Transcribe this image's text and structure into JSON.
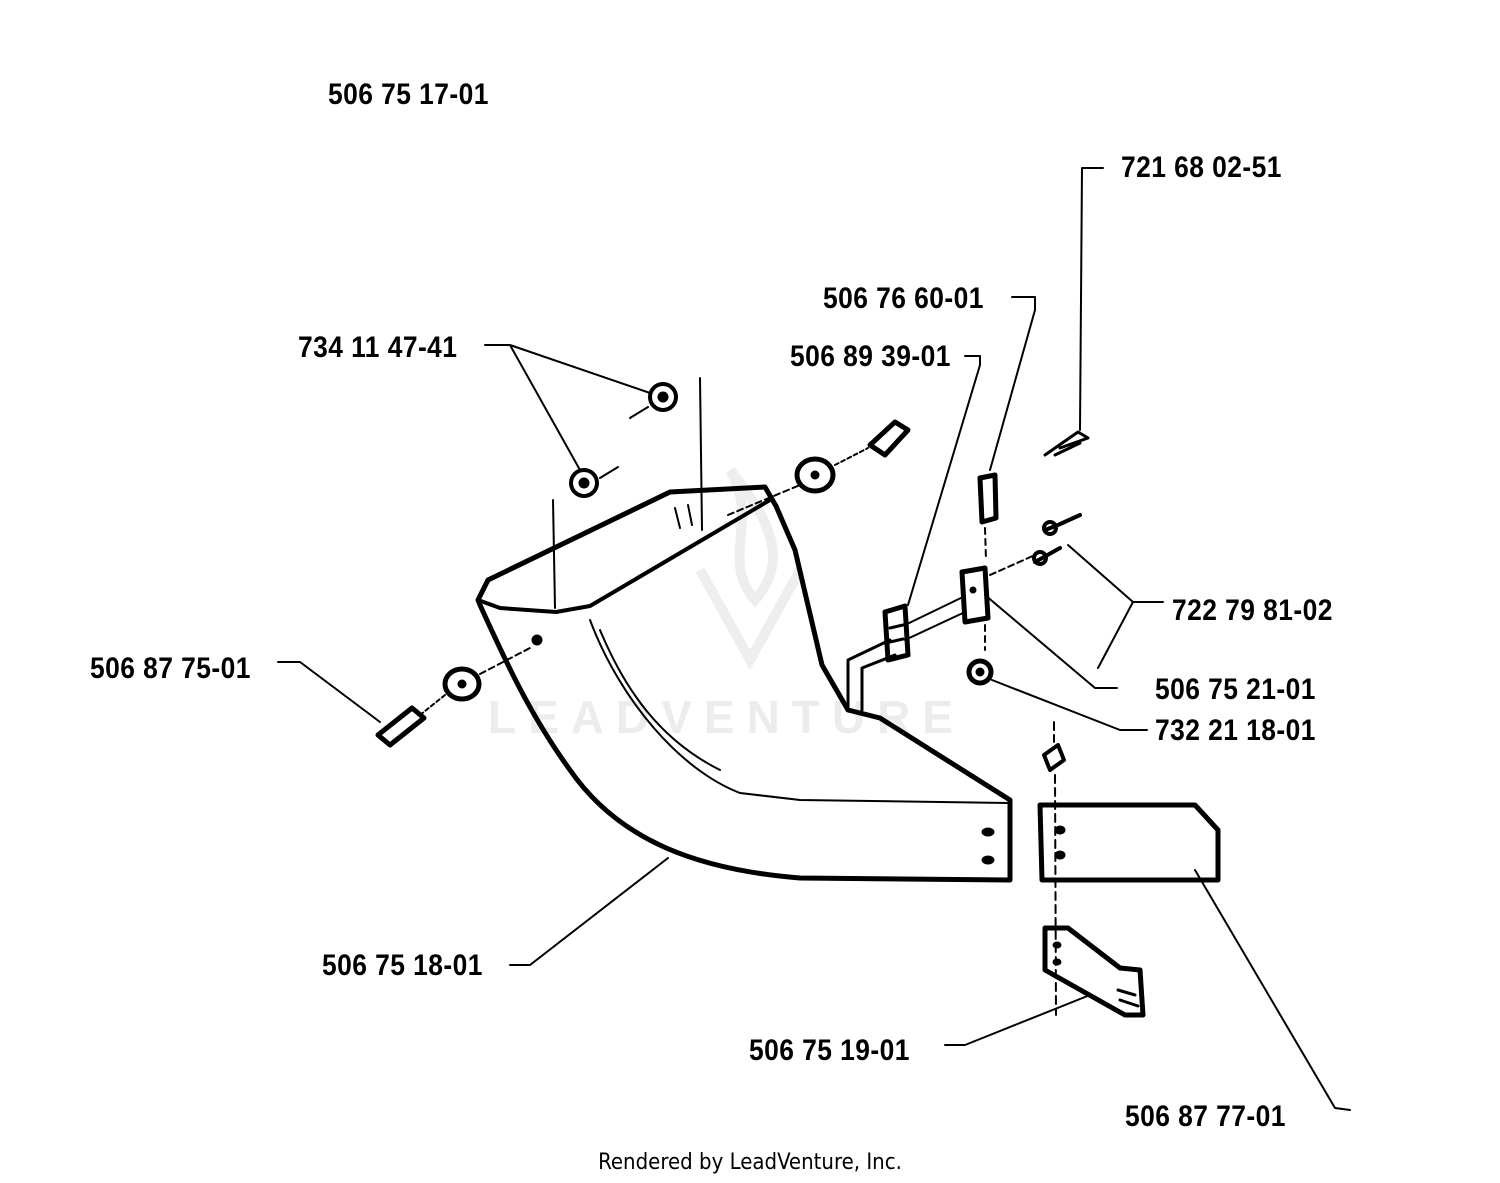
{
  "diagram": {
    "assembly_number": "506 75 17-01",
    "part_labels": [
      {
        "key": "p721680251",
        "text": "721 68 02-51"
      },
      {
        "key": "p506766001",
        "text": "506 76 60-01"
      },
      {
        "key": "p734114741",
        "text": "734 11 47-41"
      },
      {
        "key": "p506893901",
        "text": "506 89 39-01"
      },
      {
        "key": "p722798102",
        "text": "722 79 81-02"
      },
      {
        "key": "p506877501",
        "text": "506 87 75-01"
      },
      {
        "key": "p506752101",
        "text": "506 75 21-01"
      },
      {
        "key": "p732211801",
        "text": "732 21 18-01"
      },
      {
        "key": "p506751801",
        "text": "506 75 18-01"
      },
      {
        "key": "p506751901",
        "text": "506 75 19-01"
      },
      {
        "key": "p506877701",
        "text": "506 87 77-01"
      }
    ],
    "watermark": "LEADVENTURE",
    "footer": "Rendered by LeadVenture, Inc."
  }
}
